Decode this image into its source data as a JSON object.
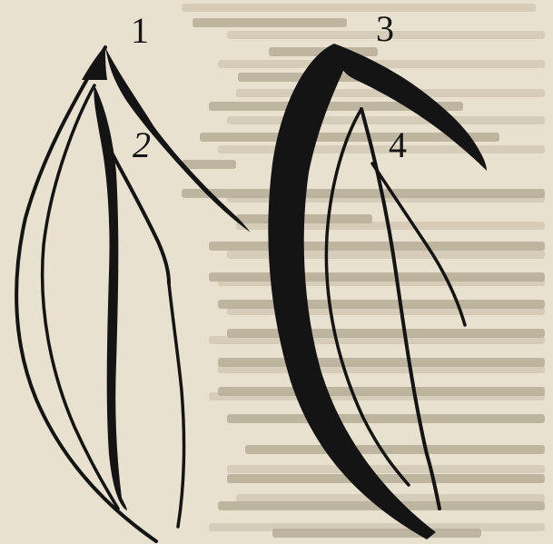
{
  "figure": {
    "labels": [
      "1",
      "2",
      "3",
      "4"
    ],
    "ink_color": "#141414",
    "paper_color": "#e8e1cf",
    "bleed_color": "#c9c1ad"
  }
}
